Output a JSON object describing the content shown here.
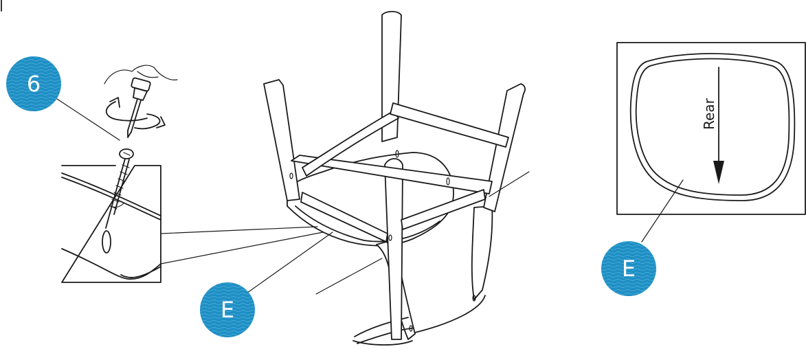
{
  "badges": {
    "step_label": "6",
    "part_label_main": "E",
    "part_label_inset": "E",
    "color": "#1e8fc4"
  },
  "inset": {
    "direction_label": "Rear"
  },
  "icons": {
    "screwdriver": "screwdriver-icon",
    "rotation": "rotate-arrows-icon",
    "screw": "screw-icon"
  }
}
